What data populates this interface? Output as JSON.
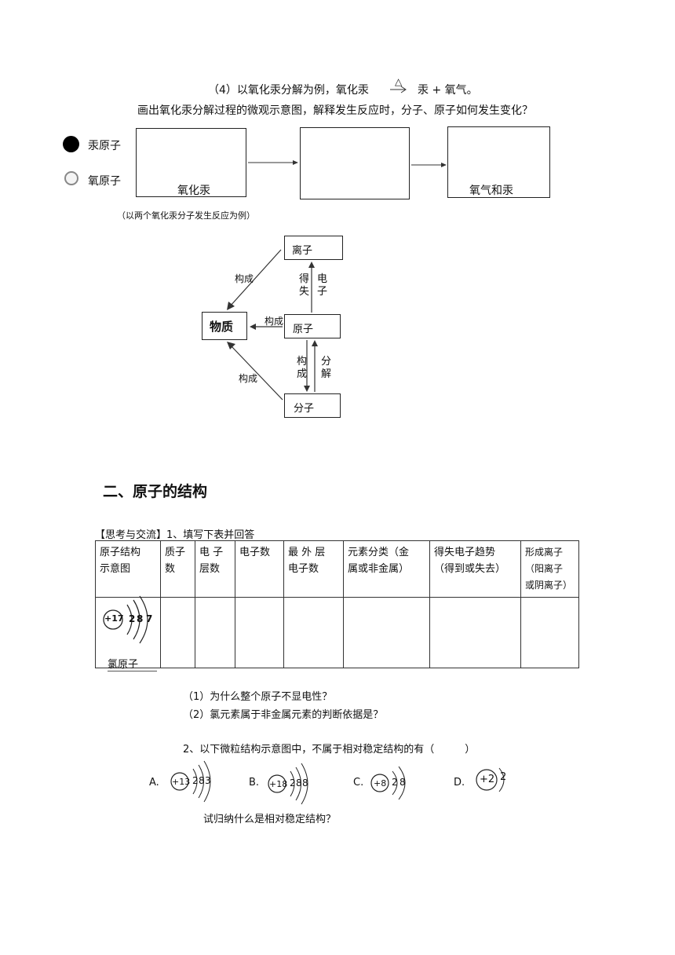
{
  "q4": {
    "intro": "（4）以氧化汞分解为例，氧化汞",
    "heat_symbol": "△",
    "products": "汞 + 氧气。",
    "instruction": "画出氧化汞分解过程的微观示意图，解释发生反应时，分子、原子如何发生变化？",
    "legend_mercury": "汞原子",
    "legend_oxygen": "氧原子",
    "box1_label": "氧化汞",
    "box3_label": "氧气和汞",
    "note": "（以两个氧化汞分子发生反应为例）"
  },
  "concept_map": {
    "ion": "离子",
    "substance": "物质",
    "atom": "原子",
    "molecule": "分子",
    "constitute_1": "构成",
    "constitute_2": "构成",
    "constitute_3": "构成",
    "gain_lose_1": "得",
    "gain_lose_2": "失",
    "electron_1": "电",
    "electron_2": "子",
    "gou": "构",
    "cheng": "成",
    "fen": "分",
    "jie": "解"
  },
  "section2": {
    "title": "二、原子的结构",
    "think_header": "【思考与交流】1、填写下表并回答",
    "table_headers": [
      [
        "原子结构",
        "示意图"
      ],
      [
        "质子",
        "数"
      ],
      [
        "电 子",
        "层数"
      ],
      [
        "电子数"
      ],
      [
        "最 外 层",
        "电子数"
      ],
      [
        "元素分类（金",
        "属或非金属）"
      ],
      [
        "得失电子趋势",
        "（得到或失去）"
      ],
      [
        "形成离子",
        "（阳离子",
        "或阴离子）"
      ]
    ],
    "chlorine_nucleus": "+17",
    "chlorine_shells": [
      "2",
      "8",
      "7"
    ],
    "chlorine_label": "氯原子",
    "q1": "（1）为什么整个原子不显电性？",
    "q2": "（2）氯元素属于非金属元素的判断依据是？",
    "q_stable": "2、以下微粒结构示意图中，不属于相对稳定结构的有（　　　）",
    "options": [
      {
        "letter": "A.",
        "nucleus": "+13",
        "shells": [
          "2",
          "8",
          "3"
        ]
      },
      {
        "letter": "B.",
        "nucleus": "+18",
        "shells": [
          "2",
          "8",
          "8"
        ]
      },
      {
        "letter": "C.",
        "nucleus": "+8",
        "shells": [
          "2",
          "8"
        ]
      },
      {
        "letter": "D.",
        "nucleus": "+2",
        "shells": [
          "2"
        ]
      }
    ],
    "summary_q": "试归纳什么是相对稳定结构？"
  }
}
